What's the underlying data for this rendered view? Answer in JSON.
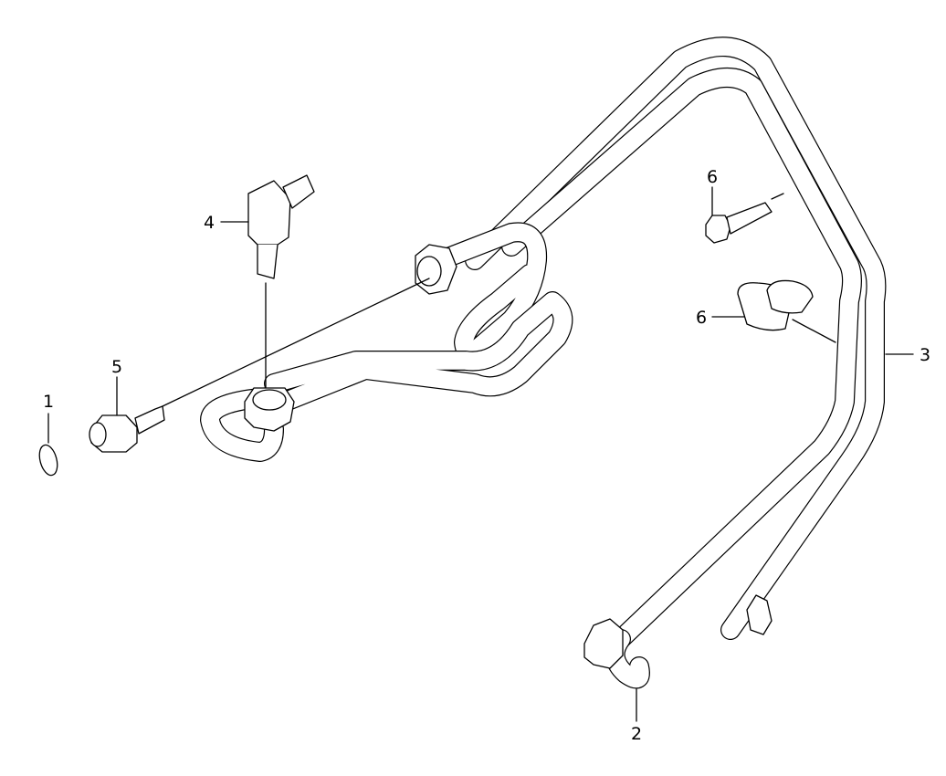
{
  "diagram": {
    "callouts": {
      "c1": "1",
      "c2": "2",
      "c3": "3",
      "c4": "4",
      "c5": "5",
      "c6a": "6",
      "c6b": "6"
    }
  }
}
